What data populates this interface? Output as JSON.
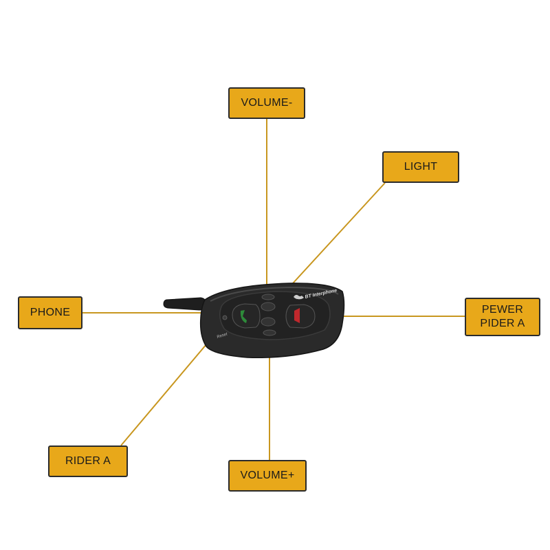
{
  "labels": {
    "volume_minus": "VOLUME-",
    "light": "LIGHT",
    "phone": "PHONE",
    "power_rider_a": "PEWER\nPIDER A",
    "rider_a": "RIDER  A",
    "volume_plus": "VOLUME+"
  },
  "device": {
    "brand_text": "BT Interphone",
    "reset_text": "Reset"
  },
  "colors": {
    "label_fill": "#E8A81A",
    "label_border": "#2b2b2b",
    "leader_line": "#C8961E",
    "device_body": "#2a2a2a",
    "button_green": "#2E8B3A",
    "button_red": "#C0282D"
  }
}
